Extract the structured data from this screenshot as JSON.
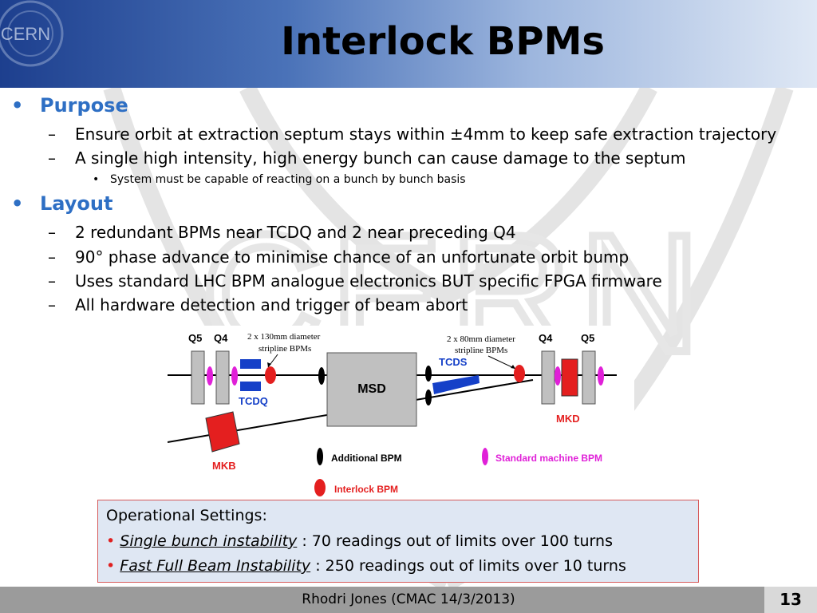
{
  "header": {
    "title": "Interlock BPMs",
    "logo_text": "CERN",
    "colors": {
      "dark": "#1d3f8e",
      "light": "#dfe8f5"
    }
  },
  "watermark_text": "CERN",
  "content": {
    "sections": [
      {
        "heading": "Purpose",
        "items": [
          {
            "text": "Ensure orbit at extraction septum stays within ±4mm to keep safe extraction trajectory"
          },
          {
            "text": "A single high intensity, high energy bunch can cause damage to the septum",
            "sub": [
              "System must be capable of reacting on a bunch by bunch basis"
            ]
          }
        ]
      },
      {
        "heading": "Layout",
        "items": [
          {
            "text": "2 redundant BPMs near TCDQ and 2 near preceding Q4"
          },
          {
            "text": "90° phase advance to minimise chance of an unfortunate orbit bump"
          },
          {
            "text": "Uses standard LHC BPM analogue electronics BUT specific FPGA firmware"
          },
          {
            "text": "All hardware detection and trigger of beam abort"
          }
        ]
      }
    ],
    "bullet_l1": "•",
    "bullet_l2": "–",
    "bullet_l3": "•",
    "heading_color": "#2e6fc4"
  },
  "diagram": {
    "q5_left": "Q5",
    "q4_left": "Q4",
    "q4_right": "Q4",
    "q5_right": "Q5",
    "ann_left_1": "2 x 130mm diameter",
    "ann_left_2": "stripline BPMs",
    "ann_right_1": "2 x 80mm diameter",
    "ann_right_2": "stripline BPMs",
    "tcds": "TCDS",
    "tcdq": "TCDQ",
    "msd": "MSD",
    "mkd": "MKD",
    "mkb": "MKB",
    "legend_additional": "Additional BPM",
    "legend_standard": "Standard machine BPM",
    "legend_interlock": "Interlock BPM",
    "colors": {
      "blue": "#1540c8",
      "red": "#e41f1f",
      "magenta": "#e020d8",
      "gray": "#c0c0c0"
    }
  },
  "settings": {
    "heading": "Operational Settings:",
    "bullet": "•",
    "rows": [
      {
        "label": "Single bunch instability",
        "rest": " : 70 readings out of limits over 100 turns"
      },
      {
        "label": "Fast Full Beam Instability",
        "rest": " : 250 readings out of limits over 10 turns"
      }
    ]
  },
  "footer": {
    "text": "Rhodri Jones (CMAC 14/3/2013)",
    "page": "13"
  }
}
